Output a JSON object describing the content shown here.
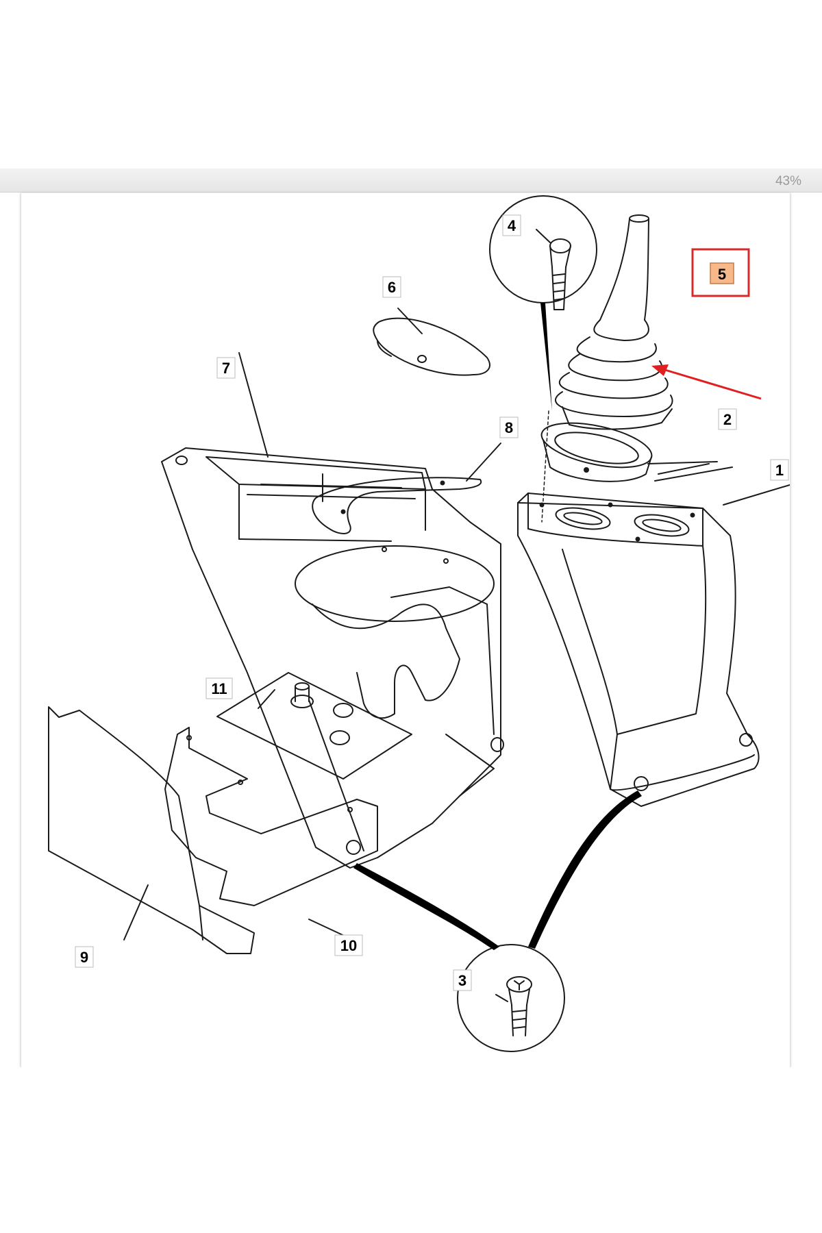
{
  "viewer": {
    "zoom_label": "43%"
  },
  "diagram": {
    "callouts": {
      "c1": "1",
      "c2": "2",
      "c3": "3",
      "c4": "4",
      "c5": "5",
      "c6": "6",
      "c7": "7",
      "c8": "8",
      "c9": "9",
      "c10": "10",
      "c11": "11"
    },
    "highlighted_callout": "5",
    "colors": {
      "line": "#1a1a1a",
      "highlight_box": "#d42a2a",
      "highlight_fill": "#f7b98a",
      "arrow": "#e02020"
    }
  }
}
